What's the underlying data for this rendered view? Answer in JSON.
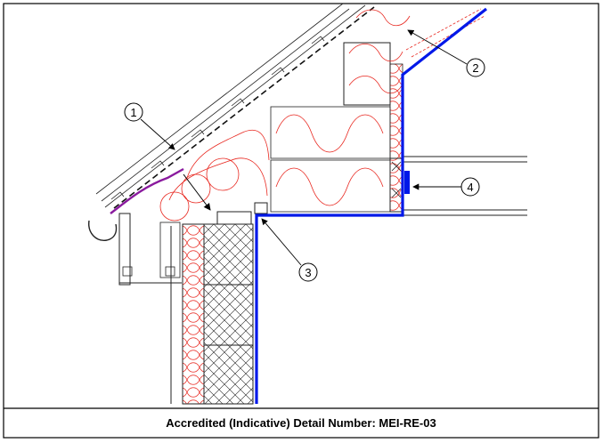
{
  "caption": "Accredited (Indicative) Detail Number: MEI-RE-03",
  "callouts": [
    {
      "id": "1",
      "label": "1"
    },
    {
      "id": "2",
      "label": "2"
    },
    {
      "id": "3",
      "label": "3"
    },
    {
      "id": "4",
      "label": "4"
    }
  ],
  "colors": {
    "insulation": "#e8271f",
    "air_barrier_line": "#0018e8",
    "membrane": "#8a1a9e",
    "linework": "#222222"
  }
}
